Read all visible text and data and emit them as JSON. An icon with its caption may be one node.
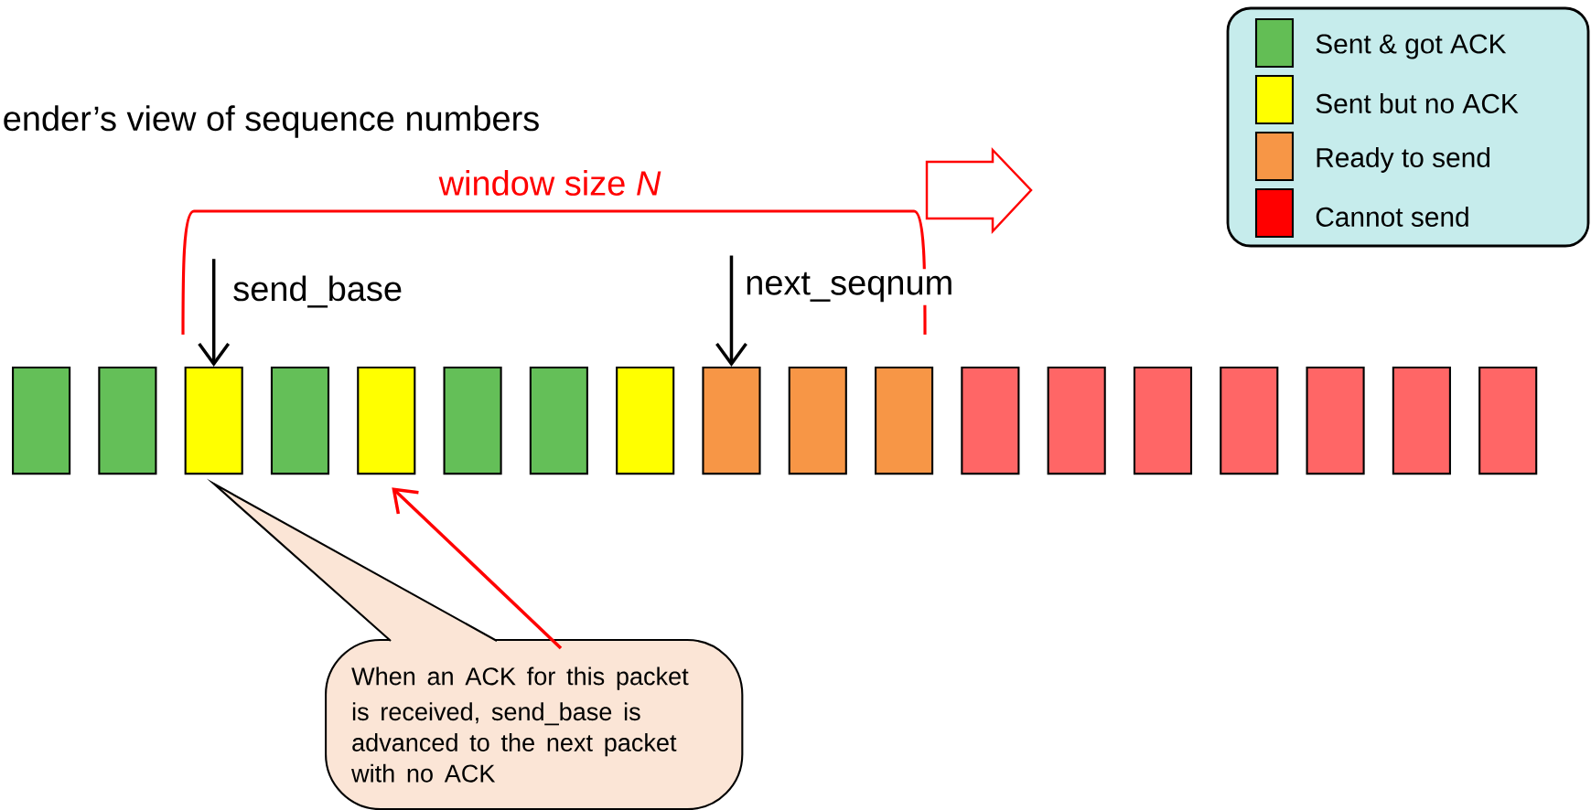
{
  "diagram": {
    "title": "ender’s view of sequence numbers",
    "nodes": [
      {
        "text": [
          "send_base"
        ]
      },
      {
        "text": [
          "next_seqnum"
        ]
      },
      {
        "text": [],
        "shape": "box"
      },
      {
        "text": [],
        "shape": "box"
      },
      {
        "text": [],
        "shape": "box"
      },
      {
        "text": [],
        "shape": "box"
      },
      {
        "text": [],
        "shape": "box"
      },
      {
        "text": [],
        "shape": "box"
      },
      {
        "text": [],
        "shape": "box"
      },
      {
        "text": [],
        "shape": "box"
      },
      {
        "text": [],
        "shape": "box"
      },
      {
        "text": [],
        "shape": "box"
      },
      {
        "text": [],
        "shape": "box"
      },
      {
        "text": [],
        "shape": "box"
      },
      {
        "text": [],
        "shape": "box"
      },
      {
        "text": [],
        "shape": "box"
      },
      {
        "text": [],
        "shape": "box"
      },
      {
        "text": [],
        "shape": "box"
      },
      {
        "text": [],
        "shape": "box"
      },
      {
        "text": [],
        "shape": "box"
      },
      {
        "text": [
          "When an ACK for this packet is received, send_base is advanced to the next packet with no ACK"
        ]
      }
    ],
    "edges": [
      {
        "from": 0,
        "to": 4,
        "arrow": "to"
      },
      {
        "from": 1,
        "to": 10,
        "arrow": "to"
      },
      {
        "from": 20,
        "to": 6,
        "arrow": "to",
        "color": "#ff0000"
      }
    ],
    "labels": [
      "window size *N*"
    ],
    "legend": [
      {
        "text": "Sent & got ACK",
        "color": "#63be55"
      },
      {
        "text": "Sent but no ACK",
        "color": "#ffff00"
      },
      {
        "text": "Ready to send",
        "color": "#f79646"
      },
      {
        "text": "Cannot send",
        "color": "#ff0000"
      }
    ]
  }
}
